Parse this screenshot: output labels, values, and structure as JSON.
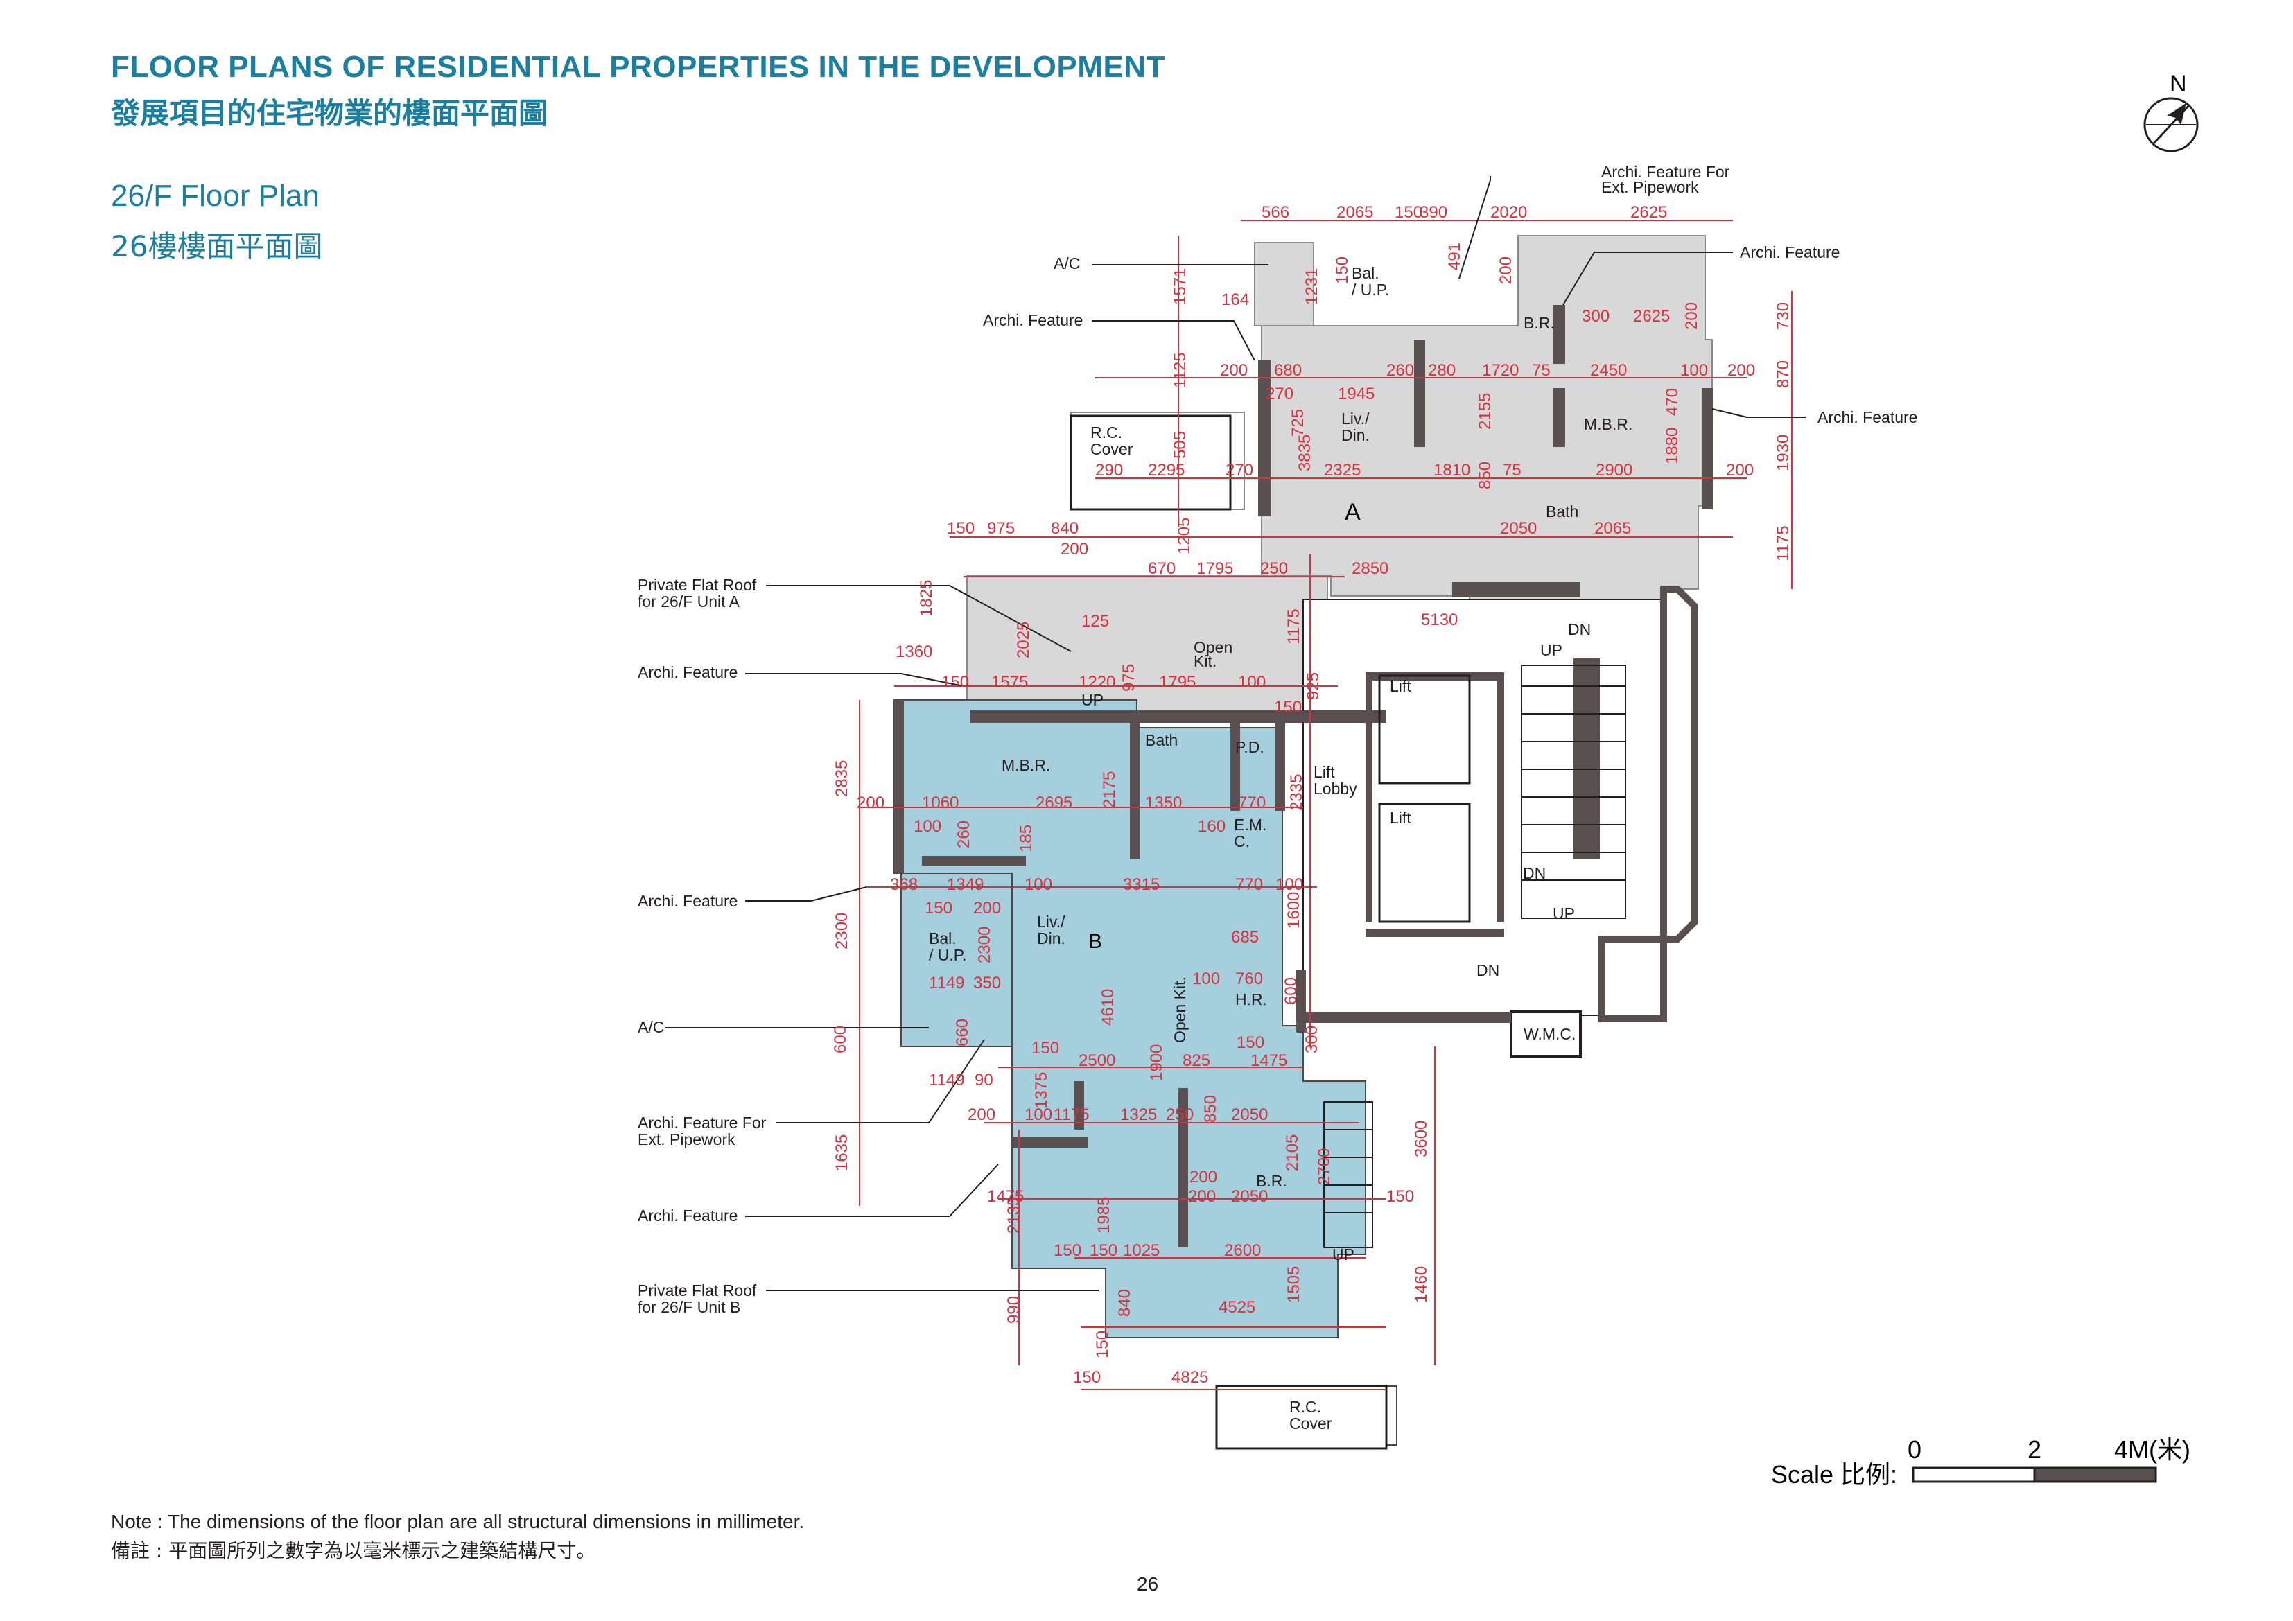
{
  "header": {
    "title_en": "FLOOR PLANS OF RESIDENTIAL PROPERTIES IN THE DEVELOPMENT",
    "title_zh": "發展項目的住宅物業的樓面平面圖",
    "floor_en": "26/F Floor Plan",
    "floor_zh": "26樓樓面平面圖"
  },
  "compass": {
    "label": "N"
  },
  "callouts": {
    "ac_top": "A/C",
    "archi_top_left": "Archi. Feature",
    "archi_pipe_top_1": "Archi. Feature For",
    "archi_pipe_top_2": "Ext. Pipework",
    "archi_right_1": "Archi. Feature",
    "archi_right_2": "Archi. Feature",
    "flat_roof_a_1": "Private Flat Roof",
    "flat_roof_a_2": "for 26/F Unit A",
    "archi_left_1": "Archi. Feature",
    "archi_left_2": "Archi. Feature",
    "ac_left": "A/C",
    "archi_pipe_left_1": "Archi. Feature For",
    "archi_pipe_left_2": "Ext. Pipework",
    "archi_left_3": "Archi. Feature",
    "flat_roof_b_1": "Private Flat Roof",
    "flat_roof_b_2": "for 26/F Unit B"
  },
  "rooms": {
    "bal_a_1": "Bal.",
    "bal_a_2": "/ U.P.",
    "br_a": "B.R.",
    "rc_cover_a_1": "R.C.",
    "rc_cover_a_2": "Cover",
    "liv_a_1": "Liv./",
    "liv_a_2": "Din.",
    "mbr_a": "M.B.R.",
    "unit_a": "A",
    "bath_a": "Bath",
    "open_kit_a_1": "Open",
    "open_kit_a_2": "Kit.",
    "up_a": "UP",
    "dn_1": "DN",
    "up_1": "UP",
    "lift_1": "Lift",
    "lift_2": "Lift",
    "lobby_1": "Lift",
    "lobby_2": "Lobby",
    "mbr_b": "M.B.R.",
    "bath_b": "Bath",
    "pd": "P.D.",
    "em_1": "E.M.",
    "em_2": "C.",
    "dn_2": "DN",
    "up_2": "UP",
    "dn_3": "DN",
    "bal_b_1": "Bal.",
    "bal_b_2": "/ U.P.",
    "liv_b_1": "Liv./",
    "liv_b_2": "Din.",
    "unit_b": "B",
    "hr": "H.R.",
    "open_kit_b": "Open Kit.",
    "wmc": "W.M.C.",
    "br_b": "B.R.",
    "up_b": "UP",
    "rc_cover_b_1": "R.C.",
    "rc_cover_b_2": "Cover"
  },
  "dims": {
    "d566": "566",
    "d2065t": "2065",
    "d150t": "150",
    "d390": "390",
    "d2020": "2020",
    "d2625t": "2625",
    "d1571": "1571",
    "d164": "164",
    "d1231": "1231",
    "d150a": "150",
    "d491": "491",
    "d200a": "200",
    "d300": "300",
    "d2625": "2625",
    "d200b": "200",
    "d730": "730",
    "d1125": "1125",
    "d200c": "200",
    "d680": "680",
    "d1945": "1945",
    "d260a": "260",
    "d280": "280",
    "d1720": "1720",
    "d75a": "75",
    "d2450": "2450",
    "d100a": "100",
    "d200d": "200",
    "d870": "870",
    "d270a": "270",
    "d725": "725",
    "d2155": "2155",
    "d470": "470",
    "d1880": "1880",
    "d1930": "1930",
    "d505": "505",
    "d290": "290",
    "d2295": "2295",
    "d270b": "270",
    "d2325": "2325",
    "d1810": "1810",
    "d850": "850",
    "d75b": "75",
    "d2900": "2900",
    "d200e": "200",
    "d3835": "3835",
    "d150b": "150",
    "d975a": "975",
    "d840": "840",
    "d200f": "200",
    "d1205": "1205",
    "d2050": "2050",
    "d2065": "2065",
    "d1175a": "1175",
    "d670": "670",
    "d1795a": "1795",
    "d250a": "250",
    "d2850": "2850",
    "d1360": "1360",
    "d1825": "1825",
    "d2025": "2025",
    "d125": "125",
    "d5130": "5130",
    "d1175b": "1175",
    "d150c": "150",
    "d1575": "1575",
    "d1220": "1220",
    "d975b": "975",
    "d1795b": "1795",
    "d100b": "100",
    "d925": "925",
    "d150d": "150",
    "d2835": "2835",
    "d200g": "200",
    "d1060": "1060",
    "d2695": "2695",
    "d2175": "2175",
    "d1350": "1350",
    "d770a": "770",
    "d2335": "2335",
    "d100c": "100",
    "d260b": "260",
    "d185a": "185",
    "d160": "160",
    "d368": "368",
    "d1349": "1349",
    "d100d": "100",
    "d3315": "3315",
    "d770b": "770",
    "d100e": "100",
    "d150e": "150",
    "d200h": "200",
    "d2300a": "2300",
    "d2300b": "2300",
    "d1600": "1600",
    "d685": "685",
    "d1149a": "1149",
    "d350": "350",
    "d100f": "100",
    "d760": "760",
    "d600a": "600",
    "d660": "660",
    "d4610": "4610",
    "d1900": "1900",
    "d150f": "150",
    "d600b": "600",
    "d2500": "2500",
    "d825": "825",
    "d150g": "150",
    "d1475a": "1475",
    "d300b": "300",
    "d1149b": "1149",
    "d90": "90",
    "d1635": "1635",
    "d200i": "200",
    "d100g": "100",
    "d1175c": "1175",
    "d1325": "1325",
    "d250b": "250",
    "d2050b": "2050",
    "d850b": "850",
    "d3600": "3600",
    "d1375": "1375",
    "d200j": "200",
    "d2105": "2105",
    "d2700": "2700",
    "d1475b": "1475",
    "d1985": "1985",
    "d200k": "200",
    "d2050c": "2050",
    "d150h": "150",
    "d2135": "2135",
    "d150i": "150",
    "d150j": "150",
    "d1025": "1025",
    "d2600": "2600",
    "d840b": "840",
    "d4525": "4525",
    "d1505": "1505",
    "d1460": "1460",
    "d990": "990",
    "d150k": "150",
    "d4825": "4825",
    "d150l": "150"
  },
  "scale": {
    "label": "Scale 比例:",
    "t0": "0",
    "t2": "2",
    "t4": "4M(米)"
  },
  "note": {
    "en": "Note  :  The dimensions of the floor plan are all structural dimensions in millimeter.",
    "zh": "備註  :  平面圖所列之數字為以毫米標示之建築結構尺寸。"
  },
  "page_number": "26",
  "colors": {
    "heading": "#1a7fa0",
    "unit_a_fill": "#d9d8d8",
    "unit_b_fill": "#a5cfdc",
    "wall": "#5a4f50",
    "dimension": "#d6323e"
  }
}
